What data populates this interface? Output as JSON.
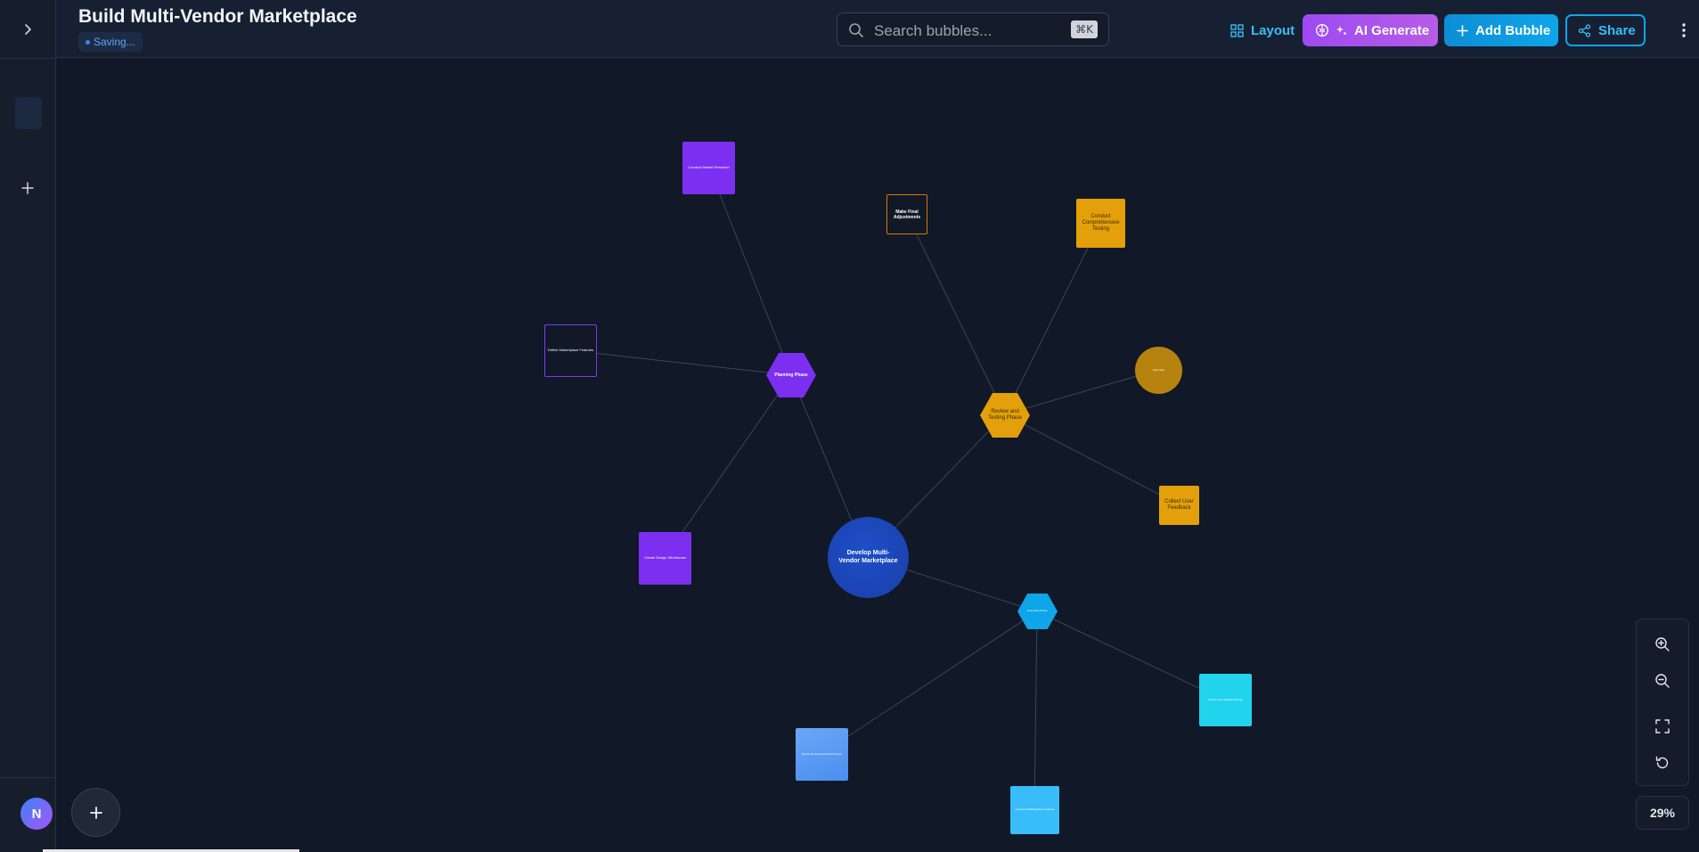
{
  "header": {
    "title": "Build Multi-Vendor Marketplace",
    "status": "Saving..."
  },
  "search": {
    "placeholder": "Search bubbles...",
    "shortcut": "⌘K",
    "icon": "search-icon"
  },
  "toolbar": {
    "layout_label": "Layout",
    "ai_label": "AI Generate",
    "add_label": "Add Bubble",
    "share_label": "Share"
  },
  "sidebar": {
    "user_initial": "N"
  },
  "zoom": {
    "level": "29%"
  },
  "colors": {
    "purple": "#7c2ff0",
    "amber": "#e3a00a",
    "sky": "#0ea5e9",
    "cyan": "#22d3ee",
    "root": "#1e40af"
  },
  "bubbles": {
    "root": "Develop Multi-Vendor Marketplace",
    "planning": "Planning Phase",
    "market_research": "Conduct Market Research",
    "define_features": "Define Marketplace Features",
    "wireframes": "Create Design Wireframes",
    "review": "Review and Testing Phase",
    "adjustments": "Make Final Adjustments",
    "testing": "Conduct Comprehensive Testing",
    "new_idea": "New Idea",
    "feedback": "Collect User Feedback",
    "execution": "Execution Phase",
    "dev_env": "Set Up Development Environment",
    "marketplace_features": "Implement Marketplace Features",
    "interface_design": "Create User Interface Design"
  }
}
